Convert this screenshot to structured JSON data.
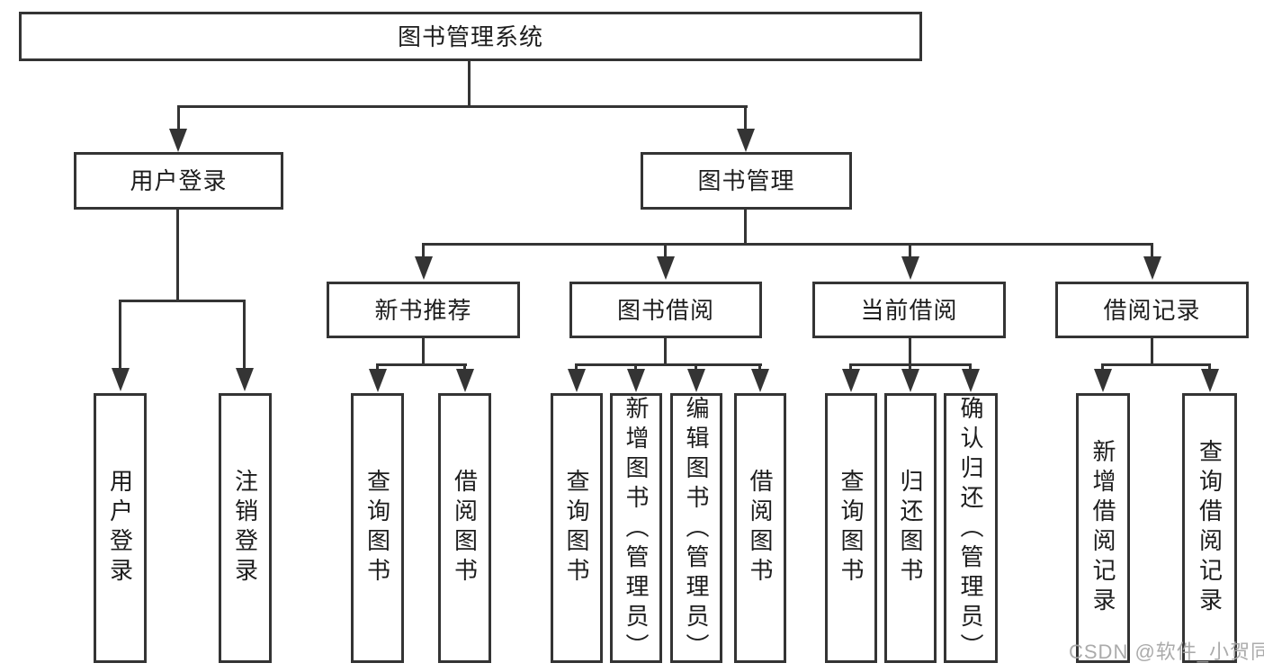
{
  "diagram": {
    "root": {
      "label": "图书管理系统",
      "children": [
        {
          "label": "用户登录",
          "children": [
            {
              "label": "用户登录"
            },
            {
              "label": "注销登录"
            }
          ]
        },
        {
          "label": "图书管理",
          "children": [
            {
              "label": "新书推荐",
              "children": [
                {
                  "label": "查询图书"
                },
                {
                  "label": "借阅图书"
                }
              ]
            },
            {
              "label": "图书借阅",
              "children": [
                {
                  "label": "查询图书"
                },
                {
                  "label": "新增图书（管理员）"
                },
                {
                  "label": "编辑图书（管理员）"
                },
                {
                  "label": "借阅图书"
                }
              ]
            },
            {
              "label": "当前借阅",
              "children": [
                {
                  "label": "查询图书"
                },
                {
                  "label": "归还图书"
                },
                {
                  "label": "确认归还（管理员）"
                }
              ]
            },
            {
              "label": "借阅记录",
              "children": [
                {
                  "label": "新增借阅记录"
                },
                {
                  "label": "查询借阅记录"
                }
              ]
            }
          ]
        }
      ]
    }
  },
  "watermark": {
    "text": "CSDN @软件_小贺同学"
  },
  "colors": {
    "line": "#343434",
    "text": "#1d1d1d",
    "watermark": "#a4a4a4",
    "background": "#ffffff"
  }
}
